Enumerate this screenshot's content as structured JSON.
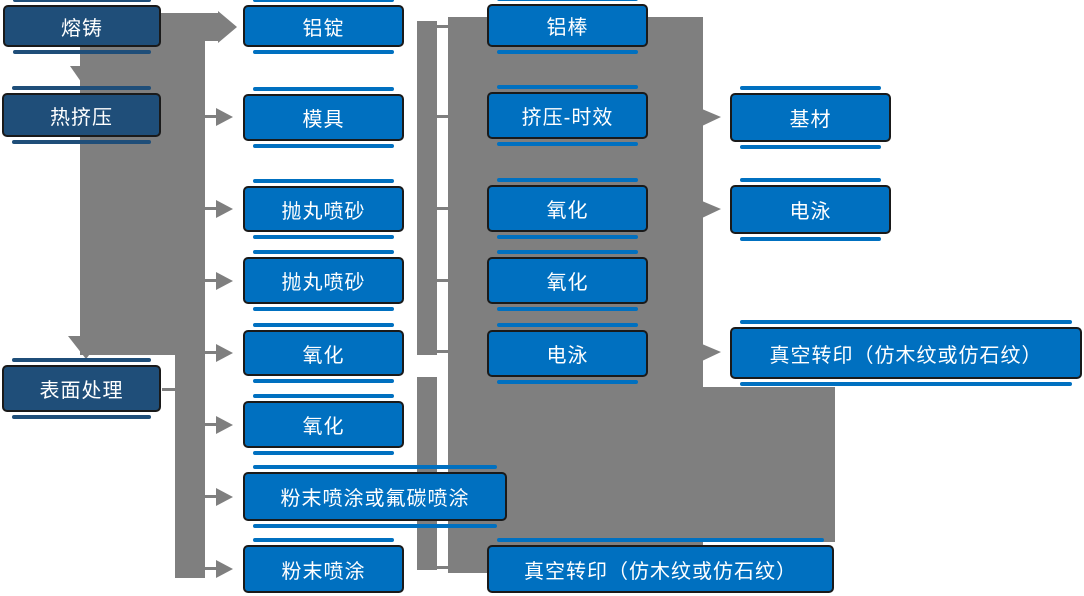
{
  "flowchart": {
    "colors": {
      "step_box_fill": "#0070C0",
      "stage_box_fill": "#1F4E79",
      "connector_gray": "#7F7F7F",
      "box_border": "#1A1A1A",
      "box_text": "#FFFFFF",
      "background": "#FFFFFF"
    },
    "columns": [
      {
        "name": "column-1-stages",
        "items": [
          {
            "label": "熔铸"
          },
          {
            "label": "热挤压"
          },
          {
            "label": "表面处理"
          }
        ]
      },
      {
        "name": "column-2-steps",
        "items": [
          {
            "label": "铝锭"
          },
          {
            "label": "模具"
          },
          {
            "label": "抛丸喷砂"
          },
          {
            "label": "抛丸喷砂"
          },
          {
            "label": "氧化"
          },
          {
            "label": "氧化"
          },
          {
            "label": "粉末喷涂或氟碳喷涂"
          },
          {
            "label": "粉末喷涂"
          }
        ]
      },
      {
        "name": "column-3-steps",
        "items": [
          {
            "label": "铝棒"
          },
          {
            "label": "挤压-时效"
          },
          {
            "label": "氧化"
          },
          {
            "label": "氧化"
          },
          {
            "label": "电泳"
          },
          {
            "label": "真空转印（仿木纹或仿石纹）"
          }
        ]
      },
      {
        "name": "column-4-results",
        "items": [
          {
            "label": "基材"
          },
          {
            "label": "电泳"
          },
          {
            "label": "真空转印（仿木纹或仿石纹）"
          }
        ]
      }
    ],
    "arrows": {
      "down": [
        {
          "from": "熔铸",
          "to": "热挤压"
        },
        {
          "from": "热挤压",
          "to": "表面处理"
        }
      ],
      "into_column_2_targets": [
        "铝锭",
        "模具",
        "抛丸喷砂",
        "抛丸喷砂",
        "氧化",
        "氧化",
        "粉末喷涂或氟碳喷涂",
        "粉末喷涂"
      ],
      "into_column_4_targets": [
        "基材",
        "电泳",
        "真空转印（仿木纹或仿石纹）"
      ]
    }
  }
}
